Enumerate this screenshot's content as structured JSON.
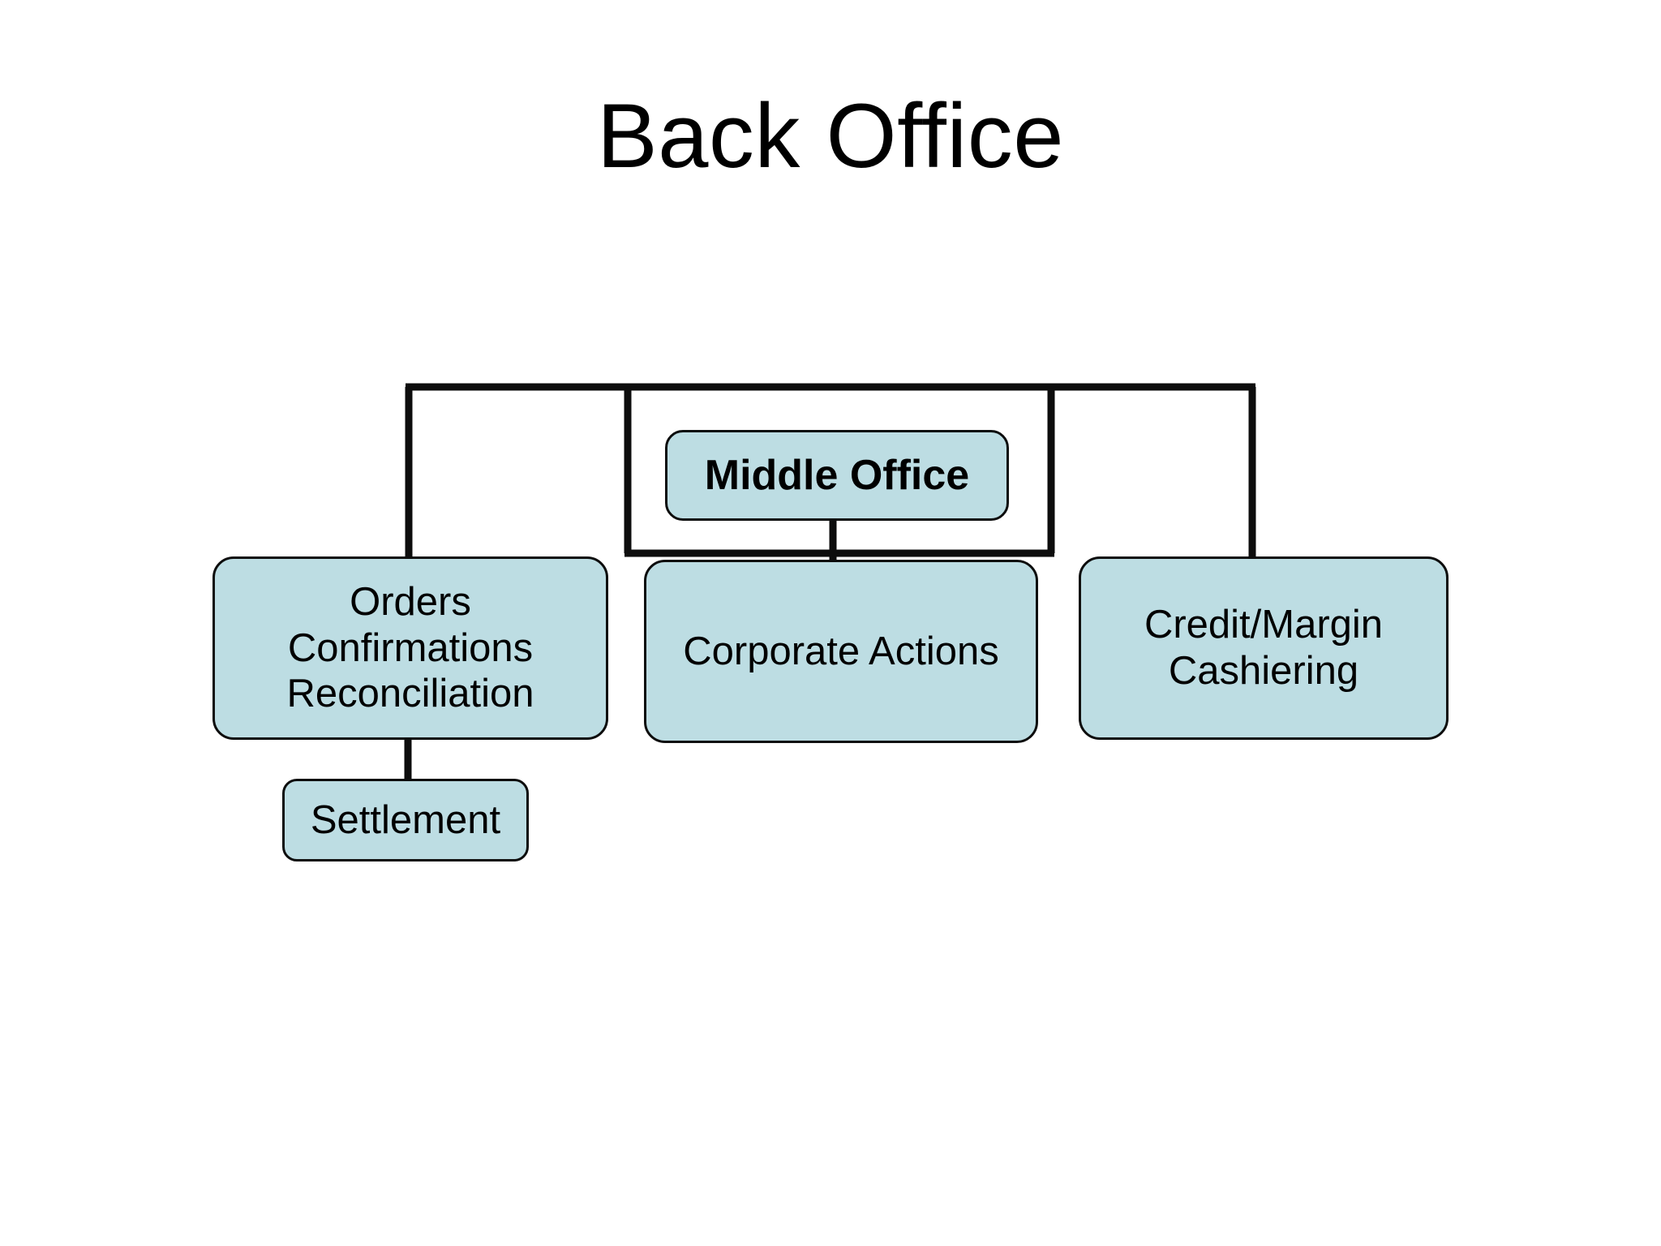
{
  "slide": {
    "title": "Back Office",
    "background_color": "#ffffff"
  },
  "theme": {
    "node_fill": "#bddde3",
    "node_border": "#0d0d0d",
    "connector_color": "#0d0d0d",
    "text_color": "#000000"
  },
  "diagram": {
    "type": "org-chart",
    "nodes": [
      {
        "id": "middle-office",
        "label": "Middle Office",
        "bold": true,
        "lines": [
          "Middle Office"
        ]
      },
      {
        "id": "orders",
        "label": "Orders\nConfirmations\nReconciliation",
        "bold": false,
        "lines": [
          "Orders",
          "Confirmations",
          "Reconciliation"
        ]
      },
      {
        "id": "corporate-actions",
        "label": "Corporate Actions",
        "bold": false,
        "lines": [
          "Corporate Actions"
        ]
      },
      {
        "id": "credit-margin",
        "label": "Credit/Margin\nCashiering",
        "bold": false,
        "lines": [
          "Credit/Margin",
          "Cashiering"
        ]
      },
      {
        "id": "settlement",
        "label": "Settlement",
        "bold": false,
        "lines": [
          "Settlement"
        ]
      }
    ],
    "edges": [
      {
        "from": "back-office",
        "to": "orders"
      },
      {
        "from": "back-office",
        "to": "corporate-actions"
      },
      {
        "from": "back-office",
        "to": "credit-margin"
      },
      {
        "from": "middle-office",
        "to": "corporate-actions"
      },
      {
        "from": "orders",
        "to": "settlement"
      }
    ]
  }
}
